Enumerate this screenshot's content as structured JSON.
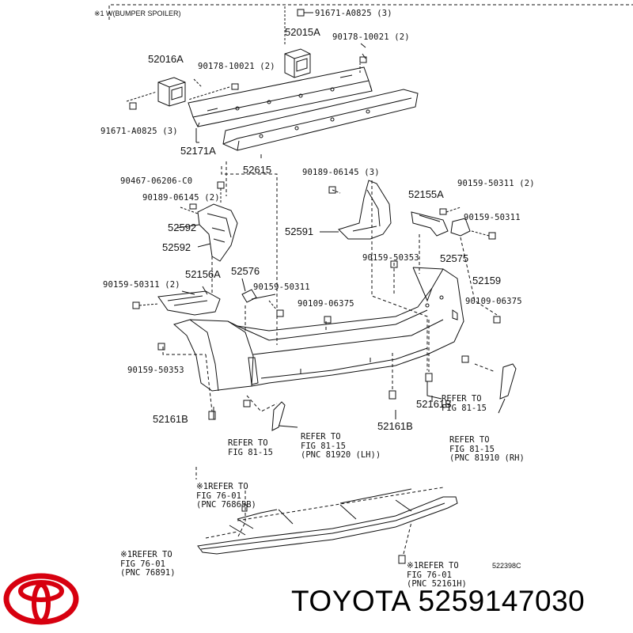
{
  "header_note": "※1 W(BUMPER SPOILER)",
  "parts": {
    "p91671_top": "91671-A0825 (3)",
    "p52015A": "52015A",
    "p90178_right": "90178-10021 (2)",
    "p52016A": "52016A",
    "p90178_left": "90178-10021 (2)",
    "p91671_left": "91671-A0825 (3)",
    "p52171A": "52171A",
    "p52615": "52615",
    "p90467": "90467-06206-C0",
    "p90189_left": "90189-06145 (2)",
    "p90189_right": "90189-06145 (3)",
    "p52155A": "52155A",
    "p90159_50311_r2": "90159-50311 (2)",
    "p90159_50311_r": "90159-50311",
    "p52591": "52591",
    "p52592": "52592",
    "p90159_50353_c": "90159-50353",
    "p52575": "52575",
    "p52156A": "52156A",
    "p52576": "52576",
    "p52159": "52159",
    "p90159_50311_l2": "90159-50311 (2)",
    "p90159_50311_c": "90159-50311",
    "p90109_c": "90109-06375",
    "p90109_r": "90109-06375",
    "p90159_50353_l": "90159-50353",
    "p52161B_l": "52161B",
    "p52161B_c": "52161B",
    "p52161B_r": "52161B"
  },
  "refs": {
    "ref_a": [
      "REFER TO",
      "FIG 81-15"
    ],
    "ref_b": [
      "REFER TO",
      "FIG 81-15",
      "(PNC 81920 (LH))"
    ],
    "ref_c": [
      "REFER TO",
      "FIG 81-15"
    ],
    "ref_d": [
      "REFER TO",
      "FIG 81-15",
      "(PNC 81910 (RH)"
    ],
    "ref_e": [
      "※1REFER TO",
      "FIG 76-01",
      "(PNC 76865B)"
    ],
    "ref_f": [
      "※1REFER TO",
      "FIG 76-01",
      "(PNC 76891)"
    ],
    "ref_g": [
      "※1REFER TO",
      "FIG 76-01",
      "(PNC 52161H)"
    ]
  },
  "drawing_code": "522398C",
  "brand": {
    "text": "TOYOTA 5259147030",
    "logo_icon": "toyota-logo-icon",
    "logo_color": "#d7000f"
  }
}
